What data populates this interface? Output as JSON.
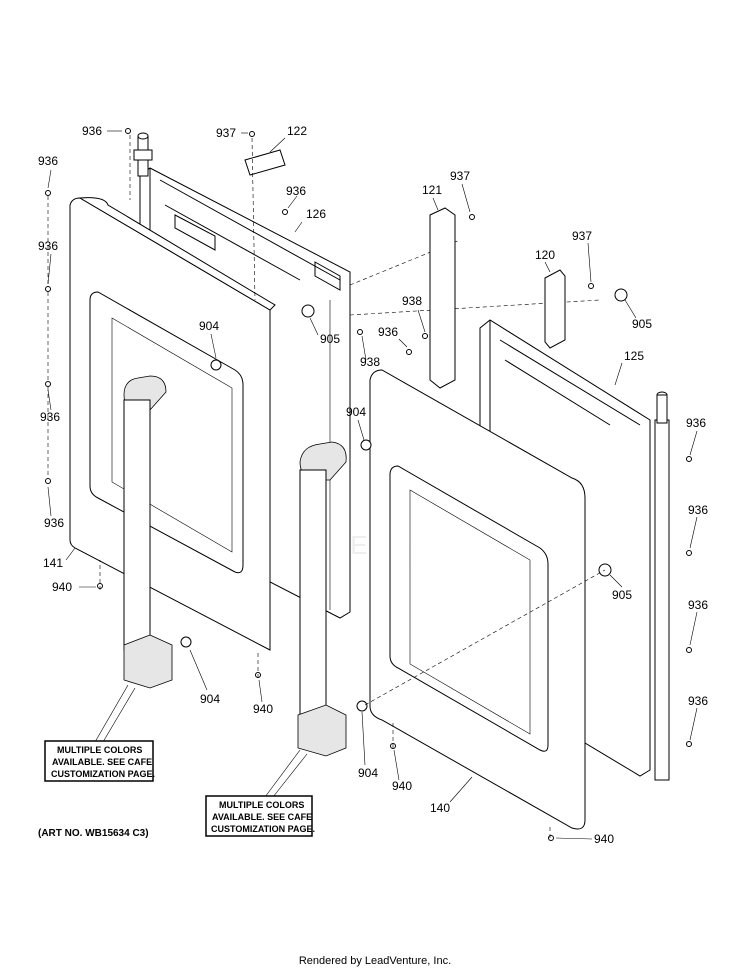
{
  "callouts": {
    "c936_top": "936",
    "c937_top": "937",
    "c122": "122",
    "c936_left1": "936",
    "c936_mid": "936",
    "c126": "126",
    "c936_left2": "936",
    "c904_a": "904",
    "c905_a": "905",
    "c938_a": "938",
    "c936_left3": "936",
    "c936_left4": "936",
    "c141": "141",
    "c940_a": "940",
    "c904_b": "904",
    "c940_b": "940",
    "c121": "121",
    "c937_r1": "937",
    "c937_r2": "937",
    "c120": "120",
    "c938_b": "938",
    "c936_c": "936",
    "c905_b": "905",
    "c125": "125",
    "c904_c": "904",
    "c936_r1": "936",
    "c936_r2": "936",
    "c905_c": "905",
    "c936_r3": "936",
    "c936_r4": "936",
    "c904_d": "904",
    "c940_c": "940",
    "c140": "140",
    "c940_d": "940"
  },
  "notes": {
    "left": [
      "MULTIPLE COLORS",
      "AVAILABLE. SEE CAFE",
      "CUSTOMIZATION PAGE."
    ],
    "right": [
      "MULTIPLE COLORS",
      "AVAILABLE. SEE CAFE",
      "CUSTOMIZATION PAGE."
    ]
  },
  "art_number": "(ART NO. WB15634 C3)",
  "watermark": "LEADVENTURE",
  "footer": "Rendered by LeadVenture, Inc."
}
